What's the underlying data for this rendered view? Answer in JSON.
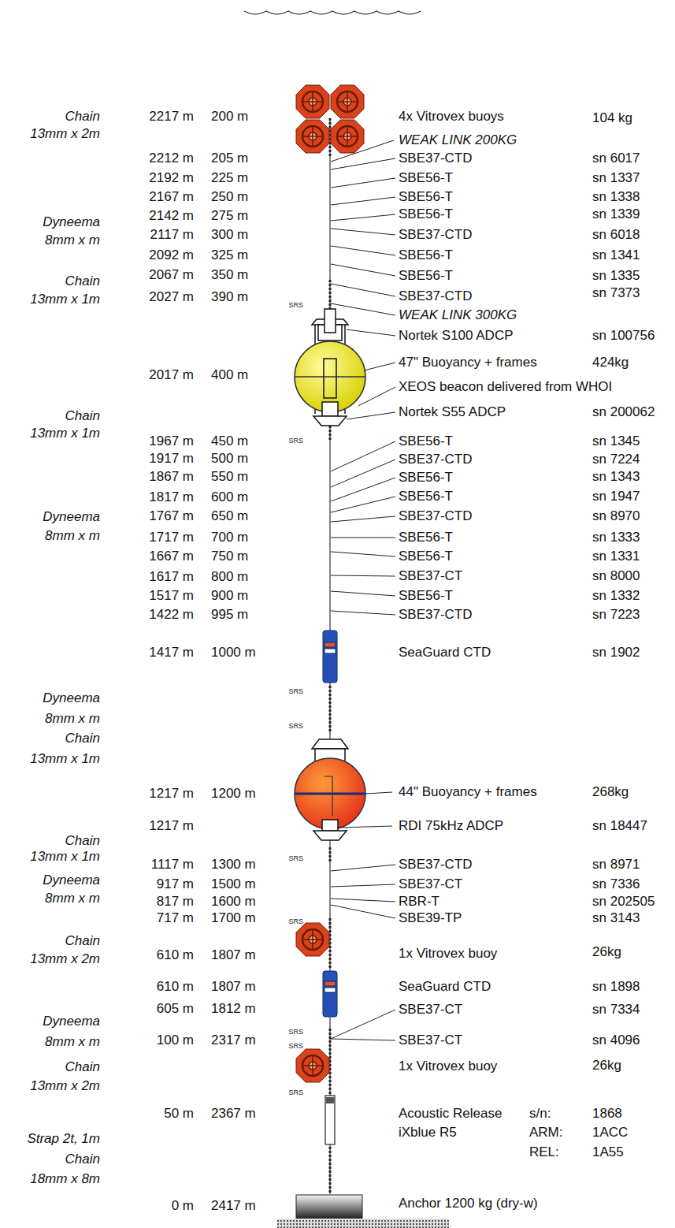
{
  "diagram": {
    "labels": [
      "Chain",
      "13mm x 2m",
      "Dyneema",
      "8mm x m",
      "Chain",
      "13mm x 1m",
      "Chain",
      "13mm x 1m",
      "Dyneema",
      "8mm x m",
      "Dyneema",
      "8mm x m",
      "Chain",
      "13mm x 1m",
      "Chain",
      "13mm x 1m",
      "Dyneema",
      "8mm x m",
      "Chain",
      "13mm x 2m",
      "Dyneema",
      "8mm x m",
      "Chain",
      "13mm x 2m",
      "Strap 2t, 1m",
      "Chain",
      "18mm x 8m",
      "2217 m",
      "2212 m",
      "2192 m",
      "2167 m",
      "2142 m",
      "2117 m",
      "2092 m",
      "2067 m",
      "2027 m",
      "2017 m",
      "1967 m",
      "1917 m",
      "1867 m",
      "1817 m",
      "1767 m",
      "1717 m",
      "1667 m",
      "1617 m",
      "1517 m",
      "1422 m",
      "1417 m",
      "1217 m",
      "1217 m",
      "1117 m",
      "917 m",
      "817 m",
      "717 m",
      "610 m",
      "610 m",
      "605 m",
      "100 m",
      "50 m",
      "0 m",
      "200 m",
      "205 m",
      "225 m",
      "250 m",
      "275 m",
      "300 m",
      "325 m",
      "350 m",
      "390 m",
      "400 m",
      "450 m",
      "500 m",
      "550 m",
      "600 m",
      "650 m",
      "700 m",
      "750 m",
      "800 m",
      "900 m",
      "995 m",
      "1000 m",
      "1200 m",
      "1300 m",
      "1500 m",
      "1600 m",
      "1700 m",
      "1807 m",
      "1807 m",
      "1812 m",
      "2317 m",
      "2367 m",
      "2417 m",
      "4x Vitrovex buoys",
      "WEAK LINK 200KG",
      "SBE37-CTD",
      "SBE56-T",
      "SBE56-T",
      "SBE56-T",
      "SBE37-CTD",
      "SBE56-T",
      "SBE56-T",
      "SBE37-CTD",
      "WEAK LINK 300KG",
      "Nortek S100 ADCP",
      "47\" Buoyancy + frames",
      "XEOS beacon delivered from WHOI",
      "Nortek S55 ADCP",
      "SBE56-T",
      "SBE37-CTD",
      "SBE56-T",
      "SBE56-T",
      "SBE37-CTD",
      "SBE56-T",
      "SBE56-T",
      "SBE37-CT",
      "SBE56-T",
      "SBE37-CTD",
      "SeaGuard CTD",
      "44\" Buoyancy + frames",
      "RDI 75kHz ADCP",
      "SBE37-CTD",
      "SBE37-CT",
      "RBR-T",
      "SBE39-TP",
      "1x Vitrovex buoy",
      "SeaGuard CTD",
      "SBE37-CT",
      "SBE37-CT",
      "1x Vitrovex buoy",
      "Acoustic Release",
      "iXblue R5",
      "Anchor  1200 kg (dry-w)",
      "104 kg",
      "sn 6017",
      "sn 1337",
      "sn 1338",
      "sn 1339",
      "sn 6018",
      "sn 1341",
      "sn 1335",
      "sn 7373",
      "sn 100756",
      "424kg",
      "sn 200062",
      "sn 1345",
      "sn 7224",
      "sn 1343",
      "sn 1947",
      "sn 8970",
      "sn 1333",
      "sn 1331",
      "sn 8000",
      "sn 1332",
      "sn 7223",
      "sn 1902",
      "268kg",
      "sn 18447",
      "sn 8971",
      "sn 7336",
      "sn 202505",
      "sn 3143",
      "26kg",
      "sn 1898",
      "sn 7334",
      "sn 4096",
      "26kg",
      "s/n:",
      "1868",
      "ARM:",
      "1ACC",
      "REL:",
      "1A55",
      "SRS",
      "SRS",
      "SRS",
      "SRS",
      "SRS",
      "SRS",
      "SRS",
      "SRS",
      "SRS"
    ]
  }
}
